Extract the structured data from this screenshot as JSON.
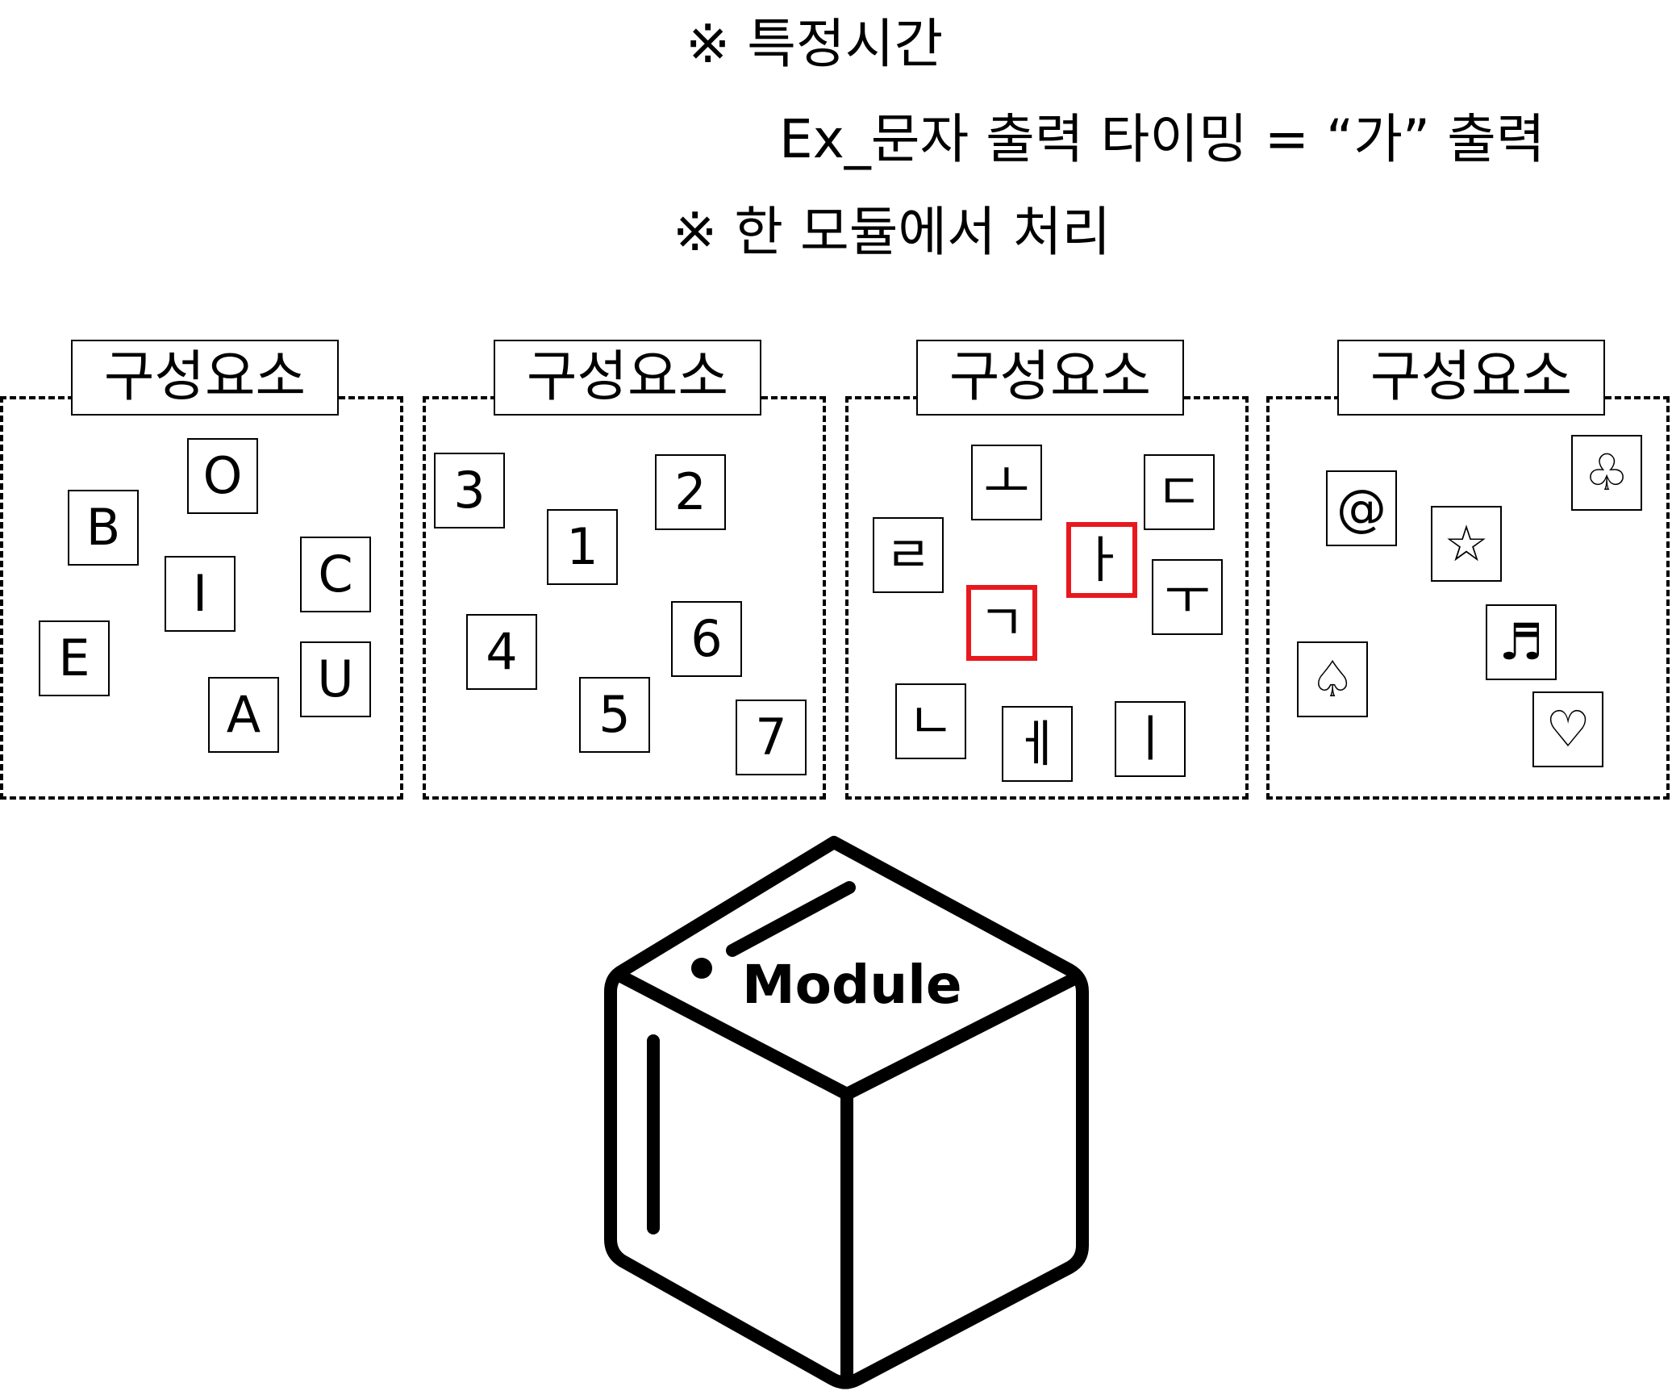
{
  "notes": {
    "line1": "※ 특정시간",
    "line2": "Ex_문자 출력 타이밍 = “가” 출력",
    "line3": "※ 한 모듈에서 처리"
  },
  "groups": [
    {
      "label": "구성요소",
      "tiles": [
        {
          "text": "O"
        },
        {
          "text": "B"
        },
        {
          "text": "I"
        },
        {
          "text": "C"
        },
        {
          "text": "E"
        },
        {
          "text": "U"
        },
        {
          "text": "A"
        }
      ]
    },
    {
      "label": "구성요소",
      "tiles": [
        {
          "text": "3"
        },
        {
          "text": "2"
        },
        {
          "text": "1"
        },
        {
          "text": "4"
        },
        {
          "text": "6"
        },
        {
          "text": "5"
        },
        {
          "text": "7"
        }
      ]
    },
    {
      "label": "구성요소",
      "tiles": [
        {
          "text": "ㅗ"
        },
        {
          "text": "ㄷ"
        },
        {
          "text": "ㄹ"
        },
        {
          "text": "ㅏ",
          "highlighted": true
        },
        {
          "text": "ㅜ"
        },
        {
          "text": "ㄱ",
          "highlighted": true
        },
        {
          "text": "ㄴ"
        },
        {
          "text": "ㅔ"
        },
        {
          "text": "ㅣ"
        }
      ]
    },
    {
      "label": "구성요소",
      "tiles": [
        {
          "text": "@"
        },
        {
          "text": "♧"
        },
        {
          "text": "☆"
        },
        {
          "text": "♬"
        },
        {
          "text": "♤"
        },
        {
          "text": "♡"
        }
      ]
    }
  ],
  "module": {
    "label": "Module",
    "icon": "cube-icon"
  },
  "colors": {
    "highlight": "#e8191e",
    "stroke": "#000000"
  }
}
